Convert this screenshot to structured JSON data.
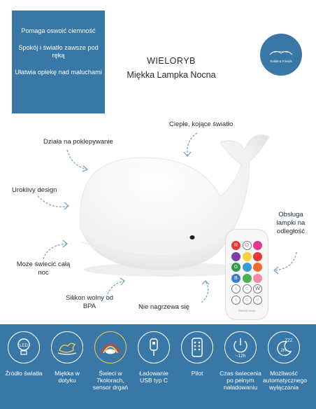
{
  "promo": {
    "line1": "Pomaga oswoić ciemność",
    "line2": "Spokój i światło zawsze pod ręką",
    "line3": "Ułatwia opiekę nad maluchami"
  },
  "logo": {
    "text": "Rabbit & Friends"
  },
  "title": {
    "main": "WIELORYB",
    "sub": "Miękka Lampka Nocna"
  },
  "callouts": {
    "tap": "Działa na poklepywanie",
    "warm_light": "Ciepłe, kojące światło",
    "design": "Uroklivy design",
    "night": "Może świecić całą noc",
    "remote": "Obsługa lampki na odległość",
    "silicone": "Silikon wolny od BPA",
    "no_heat": "Nie nagrzewa się"
  },
  "remote_buttons": [
    "R",
    "G",
    "B",
    "",
    "",
    "",
    "",
    "",
    "",
    "",
    "",
    "",
    "",
    "",
    "W"
  ],
  "remote_brand": "Rabbit&Friends",
  "features": [
    {
      "icon": "led-bulb-icon",
      "label": "Źródło światła"
    },
    {
      "icon": "soft-duck-icon",
      "label": "Miękka w dotyku"
    },
    {
      "icon": "color-rainbow-icon",
      "label": "Świeci w 7kolorach, sensor drgań"
    },
    {
      "icon": "usb-c-icon",
      "label": "Ładowanie USB typ C"
    },
    {
      "icon": "remote-icon",
      "label": "Pilot"
    },
    {
      "icon": "power-timer-icon",
      "label": "Czas świecenia po pełnym naładowaniu"
    },
    {
      "icon": "sleep-timer-icon",
      "label": "Możliwość automatycznego wyłączania"
    }
  ],
  "feature_icon_text": {
    "led": "LED",
    "power": "~12h",
    "sleep": "2h",
    "zzz": "ZZZ"
  },
  "colors": {
    "brand_blue": "#3877a6",
    "remote_colors": [
      "#e53935",
      "#f4d13d",
      "#e0398e",
      "#2e9a4c",
      "#7b3fa8",
      "#3a7bd5",
      "#3a9bd9",
      "#f06a34",
      "#f28aa0",
      "#4caf50",
      "#8bc34a",
      "#cfd8dc"
    ]
  }
}
